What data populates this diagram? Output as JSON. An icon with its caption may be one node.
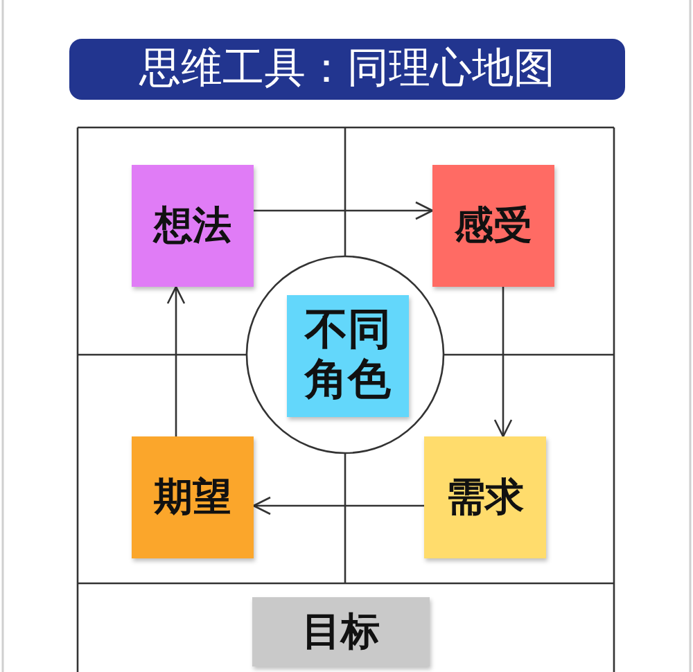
{
  "diagram": {
    "title": "思维工具：同理心地图",
    "nodes": [
      {
        "text": [
          "想法"
        ]
      },
      {
        "text": [
          "感受"
        ]
      },
      {
        "text": [
          "不同角色"
        ]
      },
      {
        "text": [
          "期望"
        ]
      },
      {
        "text": [
          "需求"
        ]
      },
      {
        "text": [
          "目标"
        ]
      }
    ],
    "edges": [
      {
        "from": 0,
        "to": 1,
        "arrow": "to"
      },
      {
        "from": 1,
        "to": 4,
        "arrow": "to"
      },
      {
        "from": 4,
        "to": 3,
        "arrow": "to"
      },
      {
        "from": 3,
        "to": 0,
        "arrow": "to"
      }
    ]
  }
}
